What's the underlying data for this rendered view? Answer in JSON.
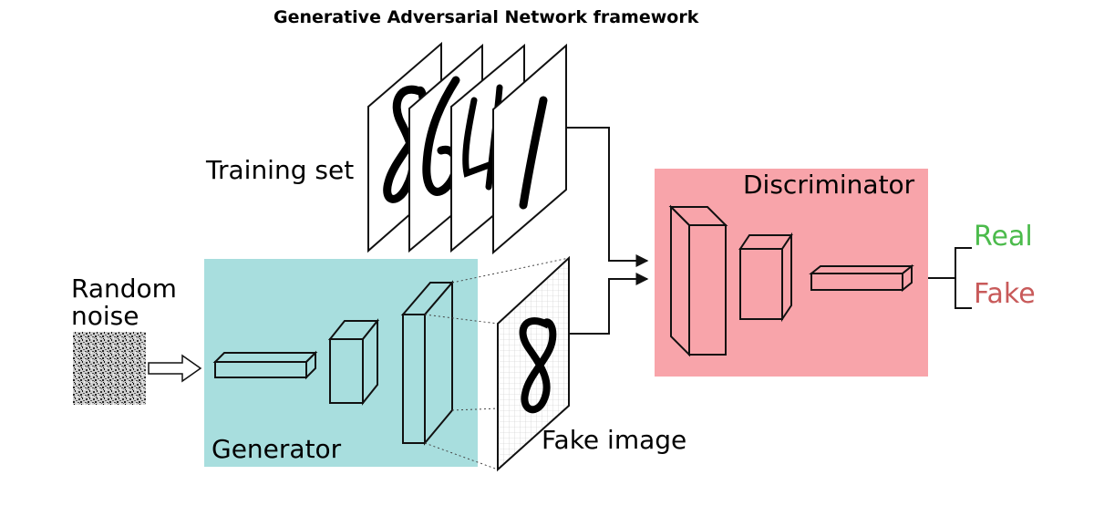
{
  "title": "Generative Adversarial Network framework",
  "labels": {
    "training_set": "Training set",
    "random_noise": "Random noise",
    "generator": "Generator",
    "fake_image": "Fake image",
    "discriminator": "Discriminator",
    "real": "Real",
    "fake": "Fake"
  },
  "colors": {
    "generator_bg": "#a8dede",
    "discriminator_bg": "#f8a4aa",
    "real": "#4cbb4c",
    "fake": "#c85a5a",
    "line": "#111111"
  },
  "icons": {
    "noise": "random-noise-image",
    "digits": [
      "digit-8",
      "digit-6",
      "digit-4",
      "digit-1"
    ],
    "fake_digit": "digit-8"
  }
}
